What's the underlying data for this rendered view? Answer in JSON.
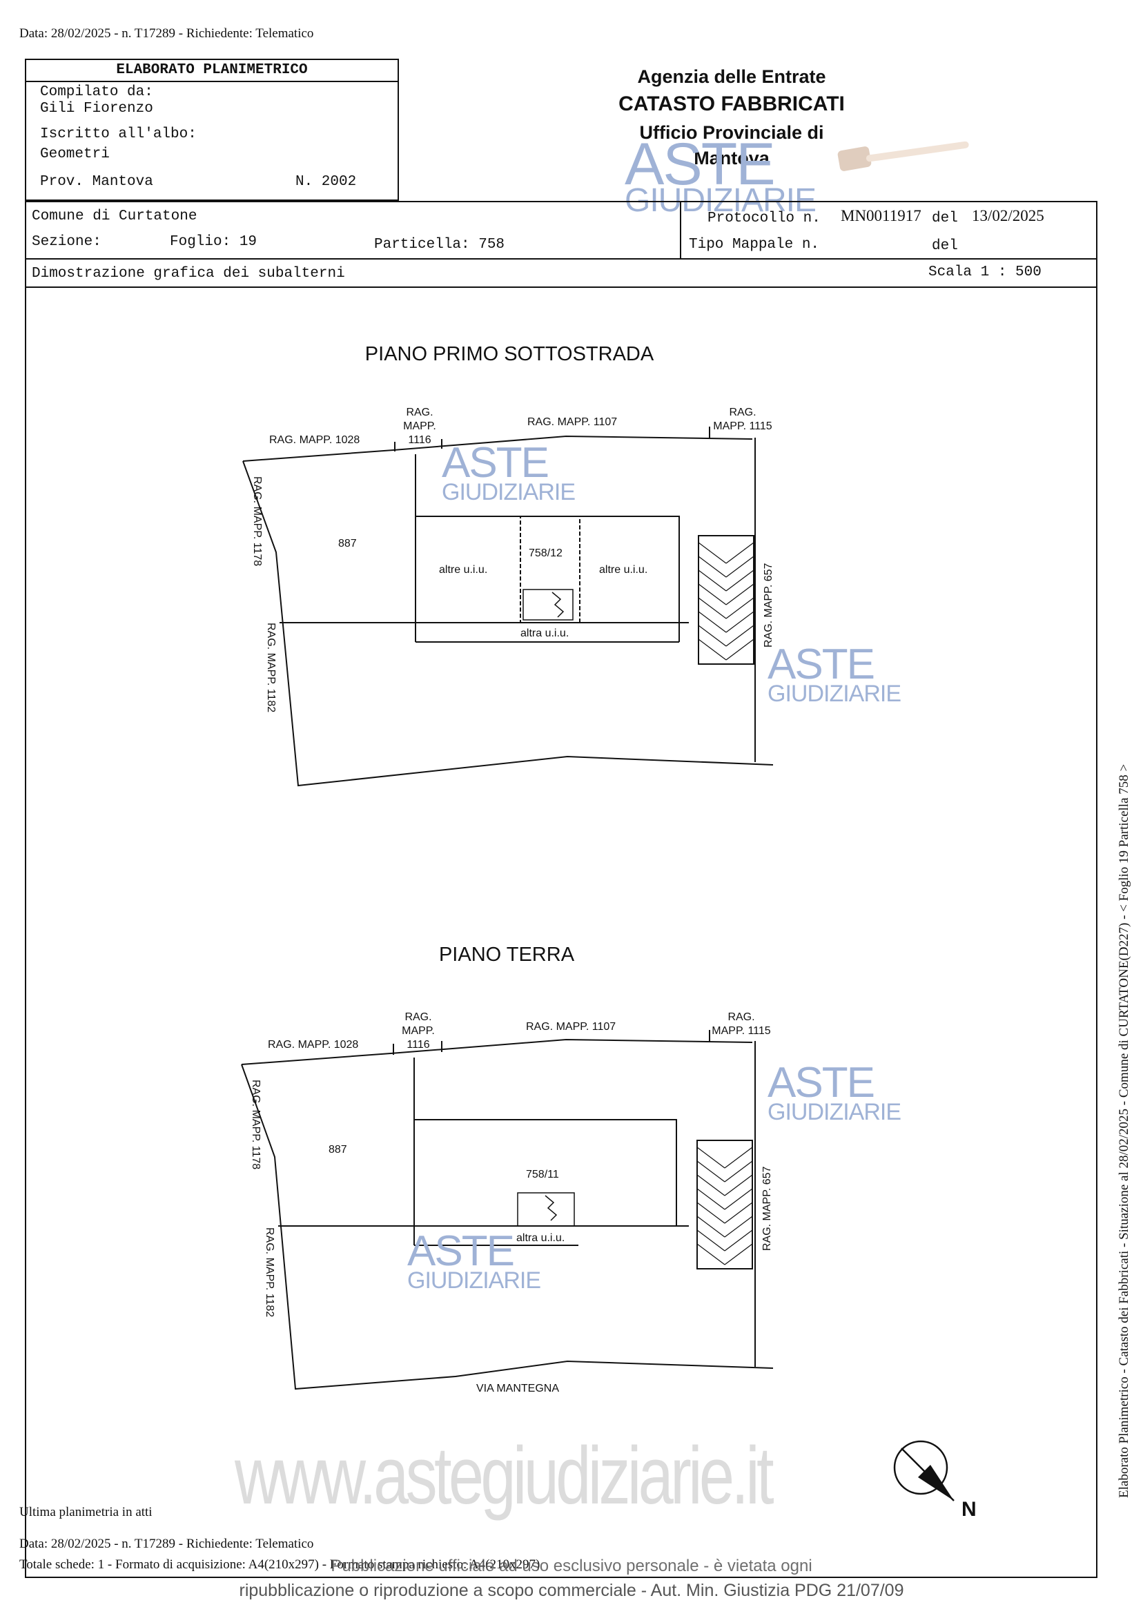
{
  "header": {
    "top_line": "Data: 28/02/2025 - n. T17289 - Richiedente: Telematico"
  },
  "info_box": {
    "title": "ELABORATO PLANIMETRICO",
    "compilato_label": "Compilato da:",
    "compilato_name": "Gili Fiorenzo",
    "iscritto_label": "Iscritto all'albo:",
    "iscritto_value": "Geometri",
    "prov": "Prov. Mantova",
    "numero": "N. 2002"
  },
  "agency": {
    "line1": "Agenzia delle Entrate",
    "line2": "CATASTO FABBRICATI",
    "line3": "Ufficio Provinciale di",
    "line4": "Mantova"
  },
  "details": {
    "comune": "Comune di Curtatone",
    "sezione": "Sezione:",
    "foglio": "Foglio: 19",
    "particella": "Particella: 758",
    "protocollo_label": "Protocollo n.",
    "protocollo_value": "MN0011917",
    "protocollo_del": "del",
    "protocollo_date": "13/02/2025",
    "tipo_label": "Tipo Mappale n.",
    "tipo_del": "del",
    "dimostrazione": "Dimostrazione grafica dei subalterni",
    "scala": "Scala 1 : 500"
  },
  "watermark": {
    "big": "ASTE",
    "small": "GIUDIZIARIE",
    "url": "www.astegiudiziarie.it"
  },
  "plan1": {
    "title": "PIANO PRIMO SOTTOSTRADA",
    "rag_1028": "RAG. MAPP. 1028",
    "rag_1116_a": "RAG.",
    "rag_1116_b": "MAPP.",
    "rag_1116_c": "1116",
    "rag_1107": "RAG. MAPP. 1107",
    "rag_1115_a": "RAG.",
    "rag_1115_b": "MAPP. 1115",
    "rag_1178": "RAG. MAPP. 1178",
    "rag_1182": "RAG. MAPP. 1182",
    "rag_657": "RAG. MAPP. 657",
    "parcel_887": "887",
    "altre_left": "altre u.i.u.",
    "sub": "758/12",
    "altre_right": "altre u.i.u.",
    "altra": "altra u.i.u."
  },
  "plan2": {
    "title": "PIANO TERRA",
    "rag_1028": "RAG. MAPP. 1028",
    "rag_1116_a": "RAG.",
    "rag_1116_b": "MAPP.",
    "rag_1116_c": "1116",
    "rag_1107": "RAG. MAPP. 1107",
    "rag_1115_a": "RAG.",
    "rag_1115_b": "MAPP. 1115",
    "rag_1178": "RAG. MAPP. 1178",
    "rag_1182": "RAG. MAPP. 1182",
    "rag_657": "RAG. MAPP. 657",
    "parcel_887": "887",
    "sub": "758/11",
    "altra": "altra u.i.u.",
    "street": "VIA MANTEGNA"
  },
  "compass": {
    "label": "N"
  },
  "side_text": "Elaborato Planimetrico - Catasto dei Fabbricati - Situazione al 28/02/2025 - Comune di CURTATONE(D227) - < Foglio 19 Particella 758 >",
  "footer": {
    "ultima": "Ultima planimetria in atti",
    "data_line": "Data: 28/02/2025 - n. T17289 - Richiedente: Telematico",
    "totale": "Totale schede: 1 - Formato di acquisizione: A4(210x297) - Formato stampa richiesto: A4(210x297)",
    "pub1": "Pubblicazione ufficiale ad uso esclusivo personale - è vietata ogni",
    "pub2": "ripubblicazione o riproduzione a scopo commerciale - Aut. Min. Giustizia PDG 21/07/09"
  }
}
